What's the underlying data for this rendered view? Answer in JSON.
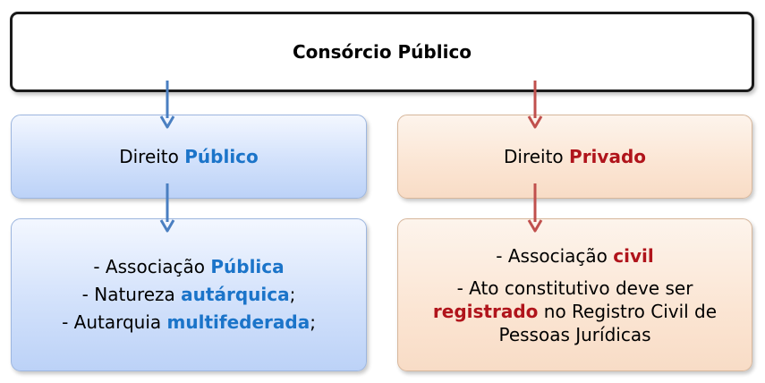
{
  "top": {
    "title": "Consórcio Público"
  },
  "left": {
    "head_prefix": "Direito ",
    "head_highlight": "Público",
    "lines": [
      {
        "prefix": "- Associação ",
        "highlight": "Pública",
        "suffix": ""
      },
      {
        "prefix": "- Natureza ",
        "highlight": "autárquica",
        "suffix": ";"
      },
      {
        "prefix": "- Autarquia ",
        "highlight": "multifederada",
        "suffix": ";"
      }
    ]
  },
  "right": {
    "head_prefix": "Direito ",
    "head_highlight": "Privado",
    "line1_prefix": "- Associação ",
    "line1_highlight": "civil",
    "line2": "- Ato constitutivo deve ser",
    "line3_highlight": "registrado",
    "line3_suffix": " no Registro Civil de",
    "line4": "Pessoas Jurídicas"
  },
  "colors": {
    "public_accent": "#1b74c9",
    "private_accent": "#b0141b",
    "public_arrow": "#4a7fc1",
    "private_arrow": "#c0504d"
  }
}
